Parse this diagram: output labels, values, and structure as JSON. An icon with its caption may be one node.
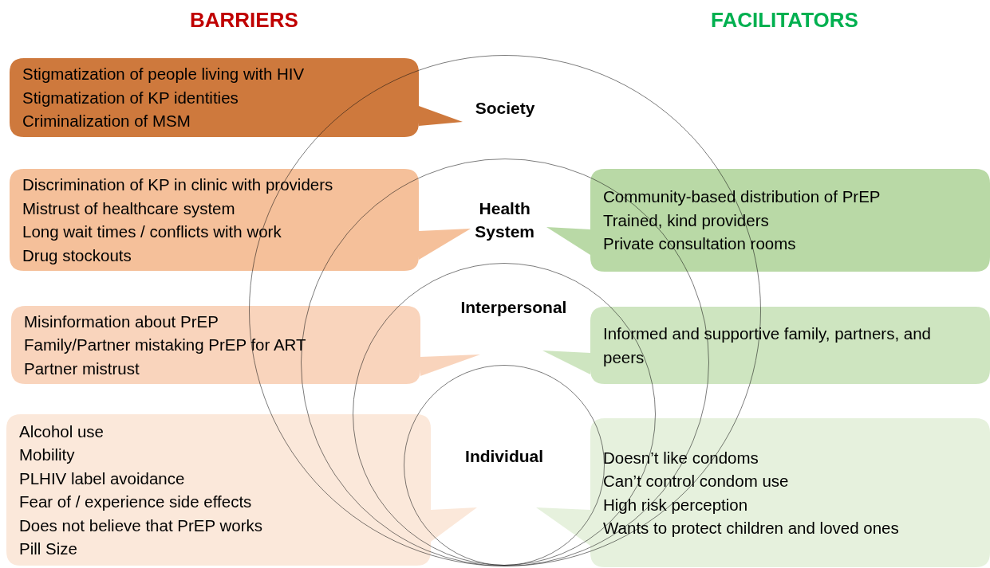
{
  "diagram": {
    "nodes": [
      {
        "text": [
          "Society"
        ]
      },
      {
        "text": [
          "Stigmatization of people living with HIV",
          "Stigmatization of KP identities",
          "Criminalization of MSM"
        ]
      },
      {
        "text": [
          "Health System"
        ],
        "in": 0
      },
      {
        "text": [
          "Discrimination of KP in clinic with providers",
          "Mistrust of healthcare system",
          "Long wait times / conflicts with work",
          "Drug stockouts"
        ]
      },
      {
        "text": [
          "Community-based distribution of PrEP",
          "Trained, kind providers",
          "Private consultation rooms"
        ]
      },
      {
        "text": [
          "Interpersonal"
        ],
        "in": 2
      },
      {
        "text": [
          "Misinformation about PrEP",
          "Family/Partner mistaking PrEP for ART",
          "Partner mistrust"
        ]
      },
      {
        "text": [
          "Informed and supportive family, partners, and peers"
        ]
      },
      {
        "text": [
          "Individual"
        ],
        "in": 5
      },
      {
        "text": [
          "Alcohol use",
          "Mobility",
          "PLHIV label avoidance",
          "Fear of / experience side effects",
          "Does not believe that PrEP works",
          "Pill Size"
        ]
      },
      {
        "text": [
          "Doesn’t like condoms",
          "Can’t control condom use",
          "High risk perception",
          "Wants to protect children and loved ones"
        ]
      }
    ],
    "edges": [],
    "labels": [
      "BARRIERS",
      "FACILITATORS"
    ]
  }
}
